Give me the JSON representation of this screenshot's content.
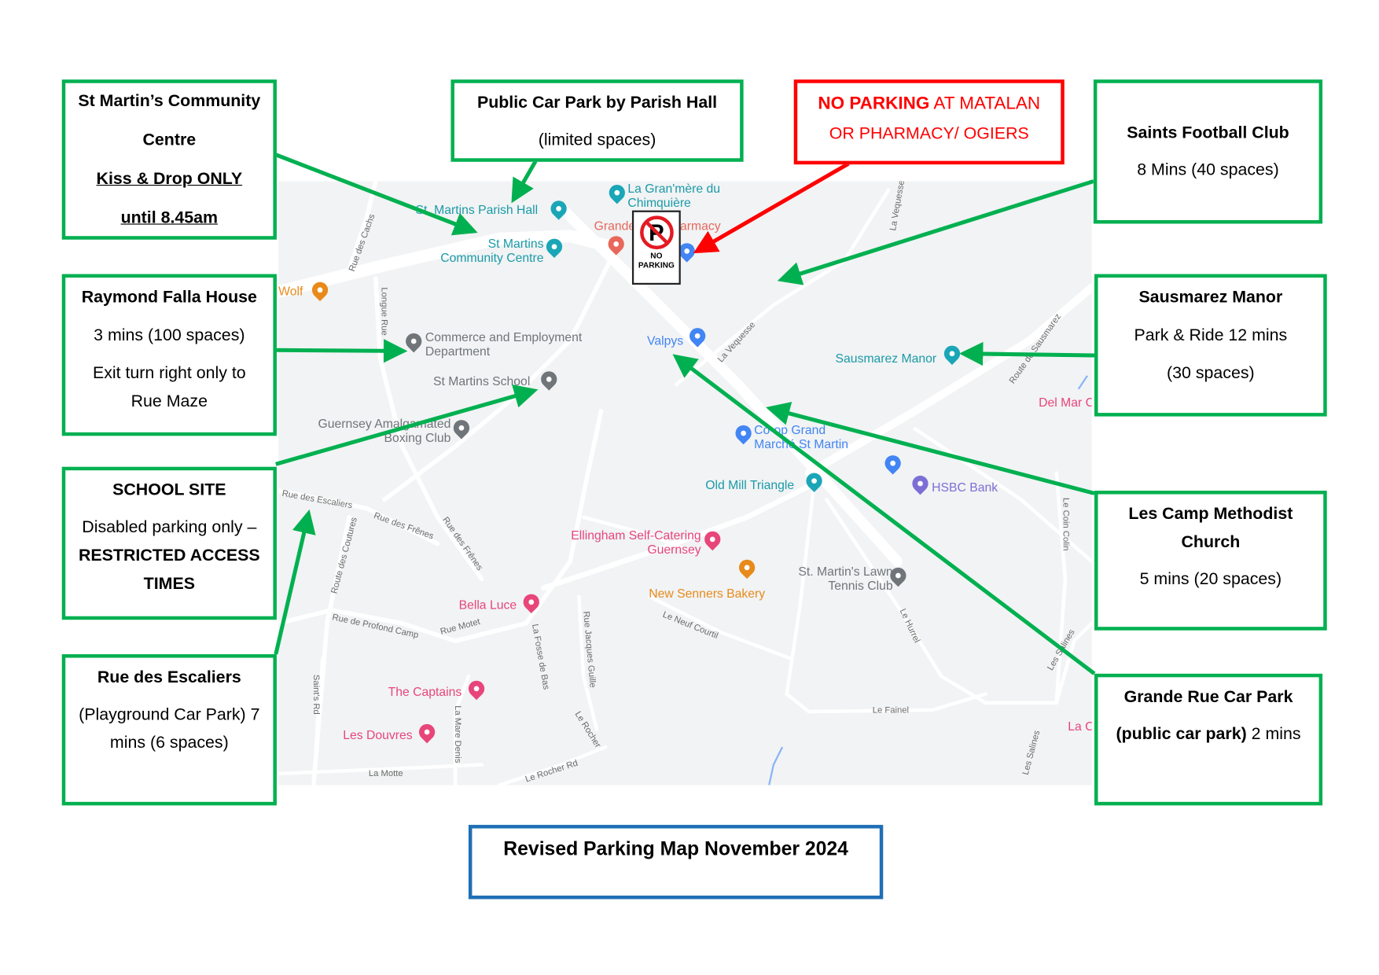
{
  "title": "Revised Parking  Map November 2024",
  "callouts": {
    "community_centre": {
      "line1": "St Martin’s Community",
      "line2": "Centre",
      "line3": "Kiss & Drop ONLY",
      "line4": "until 8.45am"
    },
    "parish_hall": {
      "line1": "Public Car Park by Parish  Hall",
      "line2": "(limited spaces)"
    },
    "no_parking": {
      "line1_bold": "NO PARKING",
      "line1_rest": " AT MATALAN",
      "line2": "OR  PHARMACY/ OGIERS"
    },
    "saints_fc": {
      "line1": "Saints Football Club",
      "line2": "8 Mins (40 spaces)"
    },
    "raymond_falla": {
      "line1": "Raymond Falla House",
      "line2": "3 mins (100 spaces)",
      "line3": "Exit turn right only to",
      "line4": "Rue Maze"
    },
    "sausmarez": {
      "line1": "Sausmarez Manor",
      "line2": "Park & Ride 12 mins",
      "line3": "(30 spaces)"
    },
    "school_site": {
      "line1": "SCHOOL SITE",
      "line2": "Disabled parking only –",
      "line3": "RESTRICTED ACCESS",
      "line4": "TIMES"
    },
    "les_camp": {
      "line1": "Les Camp Methodist",
      "line2": "Church",
      "line3": "5 mins (20 spaces)"
    },
    "escaliers": {
      "line1": "Rue des Escaliers",
      "line2": "(Playground Car Park) 7",
      "line3": "mins (6 spaces)"
    },
    "grande_rue": {
      "line1_bold": "Grande Rue Car Park",
      "line2_bold": "(public car park)",
      "line2_rest": " 2 mins"
    }
  },
  "no_parking_sign": {
    "line1": "NO",
    "line2": "PARKING",
    "symbol": "P"
  },
  "map": {
    "pois": [
      {
        "name": "St. Martins Parish Hall",
        "color": "#1aa6b7"
      },
      {
        "name": "St Martins Community Centre",
        "color": "#1aa6b7"
      },
      {
        "name": "La Gran'mère du Chimquière",
        "color": "#1aa6b7"
      },
      {
        "name": "Grande Rue Pharmacy",
        "color": "#e8675b"
      },
      {
        "name": "Wolf",
        "color": "#e88a1a"
      },
      {
        "name": "Commerce and Employment Department",
        "color": "#70757a"
      },
      {
        "name": "St Martins School",
        "color": "#70757a"
      },
      {
        "name": "Guernsey Amalgamated Boxing Club",
        "color": "#70757a"
      },
      {
        "name": "Valpys",
        "color": "#4285f4"
      },
      {
        "name": "Sausmarez Manor",
        "color": "#1aa6b7"
      },
      {
        "name": "Del Mar C",
        "color": "#e8457a"
      },
      {
        "name": "Co-op Grand Marché St Martin",
        "color": "#4285f4"
      },
      {
        "name": "Old Mill Triangle",
        "color": "#1aa6b7"
      },
      {
        "name": "HSBC Bank",
        "color": "#7b6fd6"
      },
      {
        "name": "Ellingham Self-Catering Guernsey",
        "color": "#e8457a"
      },
      {
        "name": "New Senners Bakery",
        "color": "#e88a1a"
      },
      {
        "name": "St. Martin's Lawn Tennis Club",
        "color": "#70757a"
      },
      {
        "name": "Bella Luce",
        "color": "#e8457a"
      },
      {
        "name": "The Captains",
        "color": "#e8457a"
      },
      {
        "name": "Les Douvres",
        "color": "#e8457a"
      },
      {
        "name": "La C",
        "color": "#e8457a"
      }
    ],
    "roads": [
      "Rue des Cachs",
      "Longue Rue",
      "La Vequesse",
      "Route de Sausmarez",
      "Rue des Escaliers",
      "Rue des Frênes",
      "Route des Coutures",
      "Rue de Profond Camp",
      "Rue Motet",
      "La Fosse de Bas",
      "Rue Jacques Guille",
      "Le Neuf Courtil",
      "Le Hurrel",
      "Le Coin Colin",
      "Les Salines",
      "Saint's Rd",
      "La Mare Denis",
      "La Motte",
      "Le Rocher Rd",
      "Le Rocher",
      "Le Fainel"
    ]
  },
  "colors": {
    "callout_border": "#00b050",
    "warning": "#ff0000",
    "title_border": "#1f6fb5",
    "map_bg": "#f1f3f4"
  }
}
